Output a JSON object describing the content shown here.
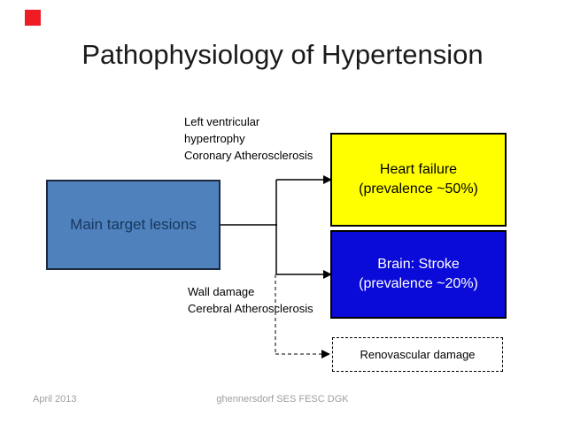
{
  "slide": {
    "title": "Pathophysiology of Hypertension",
    "diagram": {
      "main_box": {
        "label": "Main target lesions"
      },
      "top_annotation": {
        "lines": [
          "Left ventricular",
          "hypertrophy",
          "Coronary Atherosclerosis"
        ]
      },
      "bottom_annotation": {
        "lines": [
          "Wall damage",
          "Cerebral Atherosclerosis"
        ]
      },
      "heart_box": {
        "line1": "Heart failure",
        "line2": "(prevalence ~50%)"
      },
      "brain_box": {
        "line1": "Brain: Stroke",
        "line2": "(prevalence ~20%)"
      },
      "renal_box": {
        "label": "Renovascular damage"
      }
    },
    "footer": {
      "date": "April 2013",
      "credit": "ghennersdorf SES FESC DGK"
    },
    "colors": {
      "red_marker": "#ee1c25",
      "main_box_fill": "#4f81bd",
      "main_box_text": "#17375e",
      "heart_box_fill": "#ffff00",
      "brain_box_fill": "#0b0bd9",
      "brain_box_text": "#ffffff",
      "footer_gray": "#9e9e9e"
    }
  }
}
